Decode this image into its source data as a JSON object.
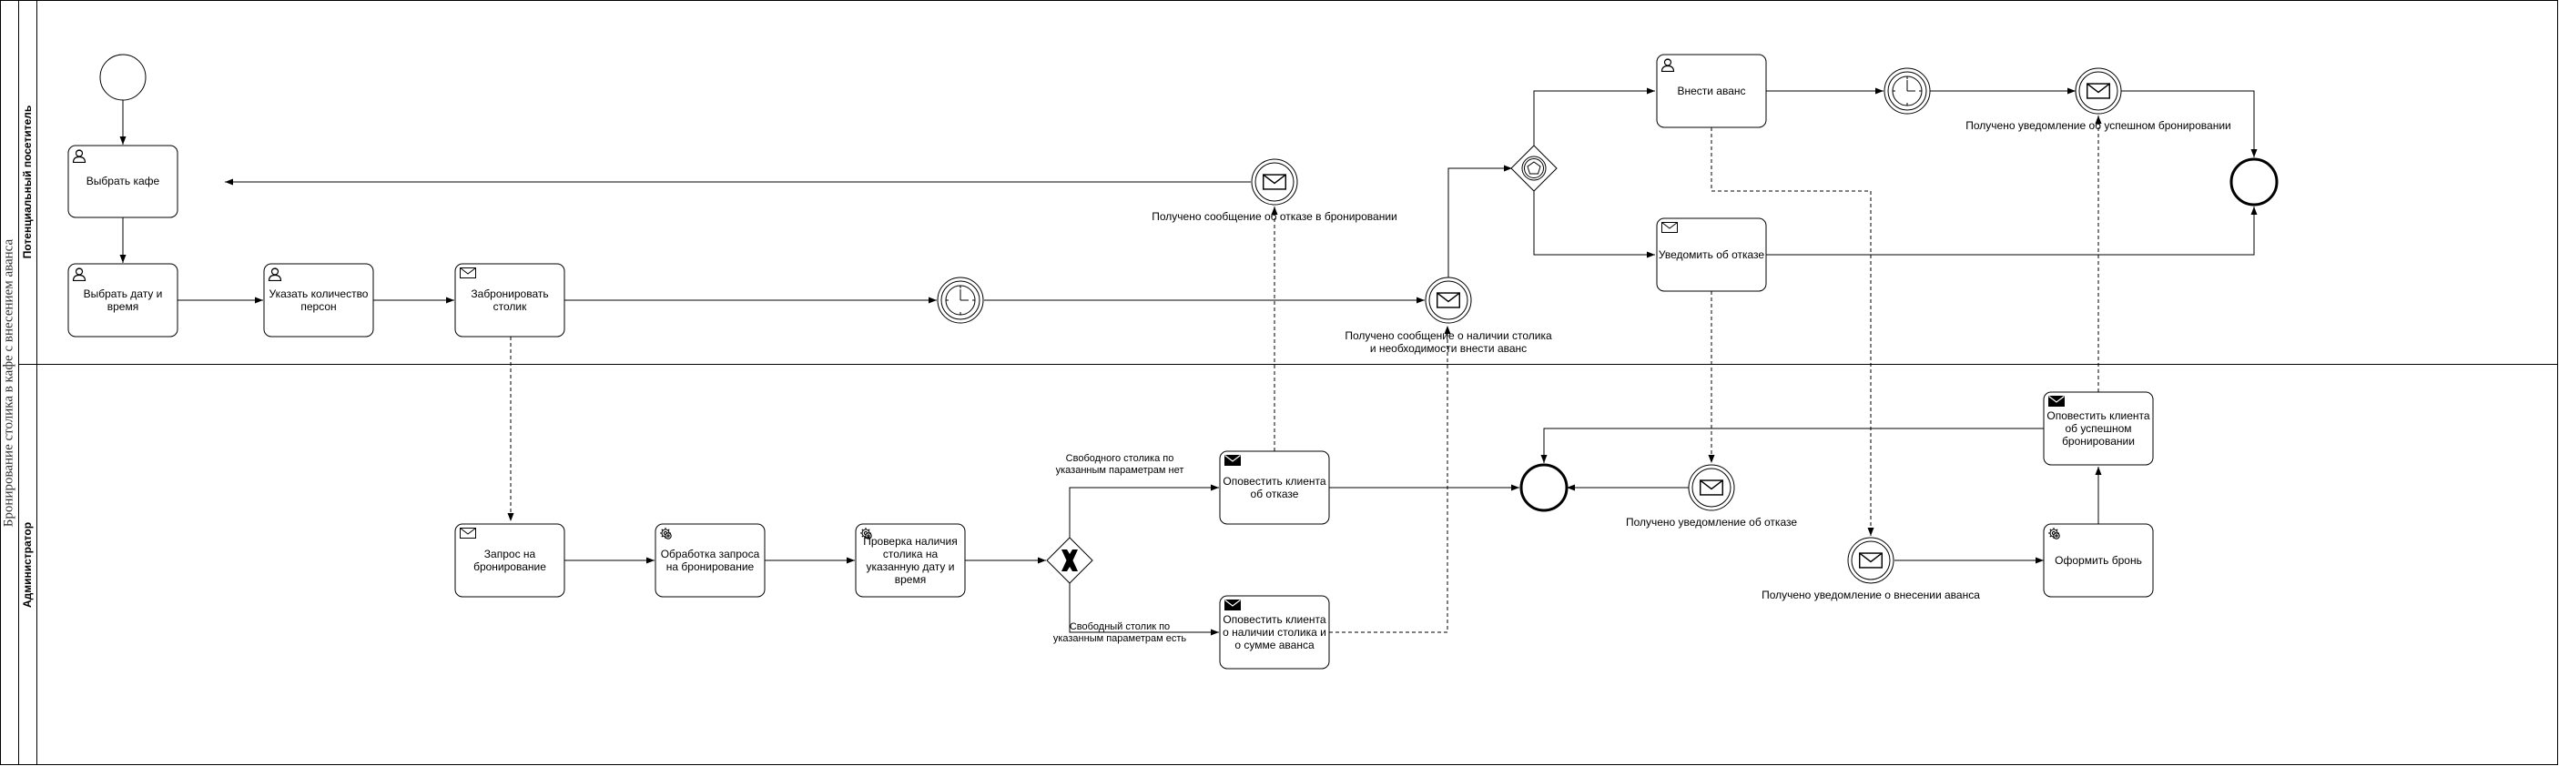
{
  "pool": {
    "title": "Бронирование столика в кафе с внесением аванса"
  },
  "lanes": {
    "visitor": "Потенциальный посетитель",
    "admin": "Администратор"
  },
  "tasks": {
    "choose_cafe": "Выбрать кафе",
    "choose_datetime": "Выбрать дату и\nвремя",
    "specify_persons": "Указать количество\nперсон",
    "book_table": "Забронировать\nстолик",
    "pay_advance": "Внести аванс",
    "notify_refusal": "Уведомить об отказе",
    "booking_request": "Запрос на\nбронирование",
    "process_request": "Обработка запроса\nна бронирование",
    "check_availability": "Проверка наличия\nстолика на\nуказанную дату и\nвремя",
    "notify_client_refusal": "Оповестить клиента\nоб отказе",
    "notify_client_availability": "Оповестить клиента\nо наличии столика и\nо сумме аванса",
    "notify_client_success": "Оповестить клиента\nоб успешном\nбронировании",
    "make_booking": "Оформить бронь"
  },
  "events": {
    "refusal_received": "Получено сообщение об отказе в бронировании",
    "availability_received": "Получено сообщение о наличии столика\nи необходимости внести аванс",
    "success_notification": "Получено уведомление об успешном бронировании",
    "refusal_notification": "Получено уведомление об отказе",
    "advance_notification": "Получено уведомление о внесении аванса"
  },
  "gateway": {
    "no_table": "Свободного столика по\nуказанным параметрам нет",
    "table_available": "Свободный столик по\nуказанным параметрам есть"
  }
}
